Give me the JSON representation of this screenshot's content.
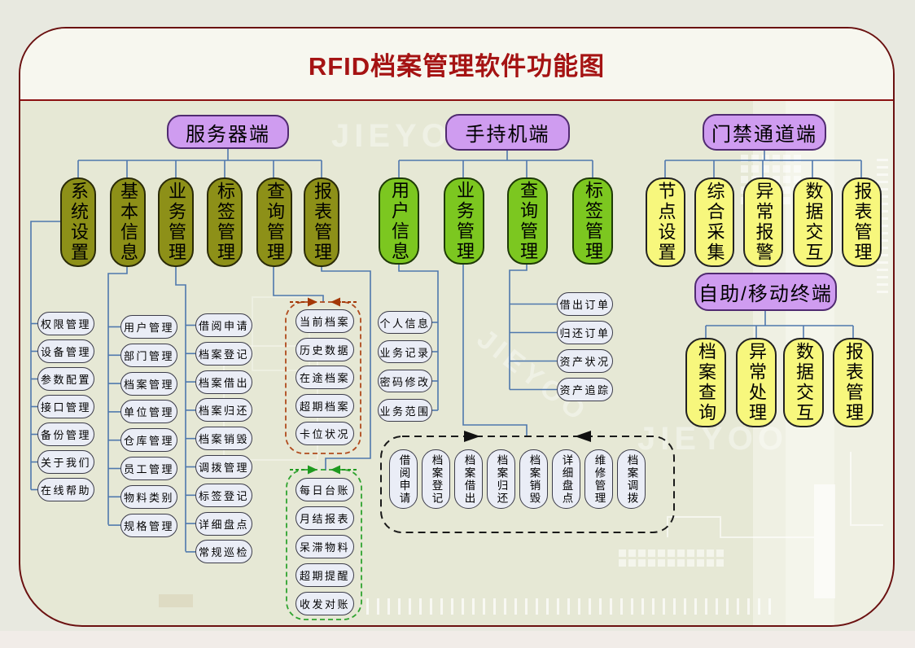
{
  "title": "RFID档案管理软件功能图",
  "watermark_text": "JIEYOO",
  "colors": {
    "frame_red": "#6b1111",
    "title_red": "#a51313",
    "purple_fill": "#cf9cf0",
    "olive_fill": "#8d9018",
    "green_fill": "#7cc720",
    "yellow_fill": "#f7f77d",
    "leaf_fill": "#eaedf6",
    "wire_blue": "#4f78ad",
    "red_dash": "#b04a1c",
    "green_dash": "#2fa32f",
    "black_dash": "#1c1c1c"
  },
  "branches": {
    "server": {
      "label": "服务器端",
      "children": [
        {
          "label": "系统设置",
          "items": [
            "权限管理",
            "设备管理",
            "参数配置",
            "接口管理",
            "备份管理",
            "关于我们",
            "在线帮助"
          ]
        },
        {
          "label": "基本信息",
          "items": [
            "用户管理",
            "部门管理",
            "档案管理",
            "单位管理",
            "仓库管理",
            "员工管理",
            "物料类别",
            "规格管理"
          ]
        },
        {
          "label": "业务管理",
          "items": [
            "借阅申请",
            "档案登记",
            "档案借出",
            "档案归还",
            "档案销毁",
            "调拨管理",
            "标签登记",
            "详细盘点",
            "常规巡检"
          ]
        },
        {
          "label": "标签管理",
          "items": []
        },
        {
          "label": "查询管理",
          "items": [
            "当前档案",
            "历史数据",
            "在途档案",
            "超期档案",
            "卡位状况"
          ]
        },
        {
          "label": "报表管理",
          "items": [
            "每日台账",
            "月结报表",
            "呆滞物料",
            "超期提醒",
            "收发对账"
          ]
        }
      ]
    },
    "handheld": {
      "label": "手持机端",
      "children": [
        {
          "label": "用户信息",
          "items": [
            "个人信息",
            "业务记录",
            "密码修改",
            "业务范围"
          ]
        },
        {
          "label": "业务管理",
          "items": [
            "借阅申请",
            "档案登记",
            "档案借出",
            "档案归还",
            "档案销毁",
            "详细盘点",
            "维修管理",
            "档案调拨"
          ]
        },
        {
          "label": "查询管理",
          "items": [
            "借出订单",
            "归还订单",
            "资产状况",
            "资产追踪"
          ]
        },
        {
          "label": "标签管理",
          "items": []
        }
      ]
    },
    "access": {
      "label": "门禁通道端",
      "children": [
        {
          "label": "节点设置"
        },
        {
          "label": "综合采集"
        },
        {
          "label": "异常报警"
        },
        {
          "label": "数据交互"
        },
        {
          "label": "报表管理"
        }
      ]
    },
    "selfservice": {
      "label": "自助/移动终端",
      "children": [
        {
          "label": "档案查询"
        },
        {
          "label": "异常处理"
        },
        {
          "label": "数据交互"
        },
        {
          "label": "报表管理"
        }
      ]
    }
  }
}
